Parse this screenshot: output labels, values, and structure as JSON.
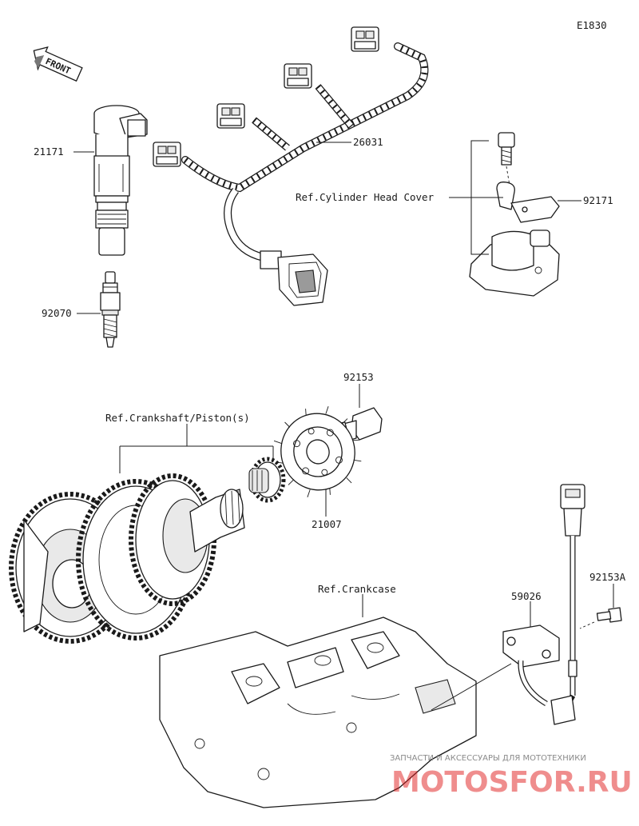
{
  "diagram_code": "E1830",
  "front_marker": "FRONT",
  "parts": {
    "ignition_coil": "21171",
    "spark_plug": "92070",
    "wiring_harness": "26031",
    "clamp": "92171",
    "bolt_rotor": "92153",
    "timing_rotor": "21007",
    "crankshaft_sensor": "59026",
    "sensor_bolt": "92153A"
  },
  "references": {
    "cylinder_head_cover": "Ref.Cylinder Head Cover",
    "crankshaft_piston": "Ref.Crankshaft/Piston(s)",
    "crankcase": "Ref.Crankcase"
  },
  "watermark": {
    "tagline": "ЗАПЧАСТИ И АКСЕССУАРЫ ДЛЯ МОТОТЕХНИКИ",
    "brand": "MOTOSFOR.RU",
    "brand_color": "#e01c1c"
  }
}
